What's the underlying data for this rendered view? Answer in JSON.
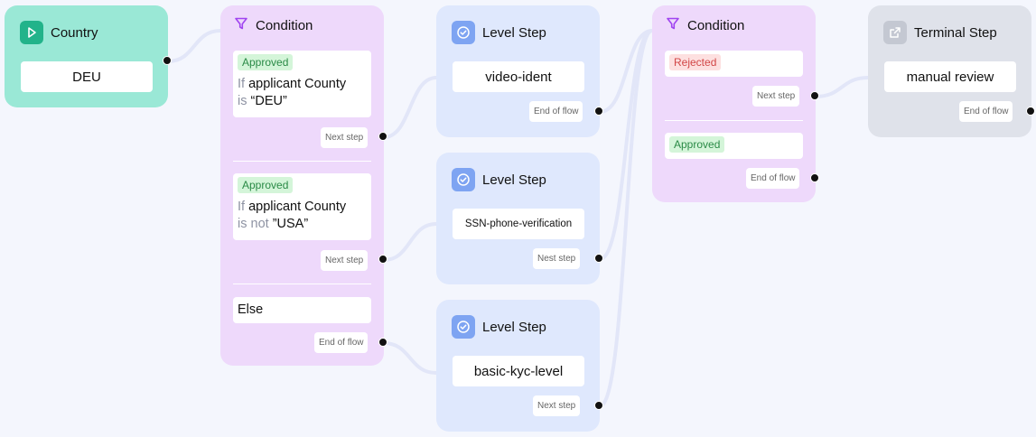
{
  "colors": {
    "country_bg": "#9ae8d6",
    "condition_bg": "#eed9fb",
    "level_bg": "#dfe8fd",
    "terminal_bg": "#dfe2ea",
    "edge": "#e2e6f8",
    "canvas_bg": "#f4f6fd"
  },
  "country": {
    "title": "Country",
    "icon": "play-icon",
    "value": "DEU"
  },
  "condition1": {
    "title": "Condition",
    "icon": "filter-icon",
    "branches": [
      {
        "tag": "Approved",
        "if_word": "If",
        "field": "applicant County",
        "op": "is",
        "value": "“DEU”",
        "port": "Next step"
      },
      {
        "tag": "Approved",
        "if_word": "If",
        "field": "applicant County",
        "op": "is not",
        "value": "”USA”",
        "port": "Next step"
      }
    ],
    "else_label": "Else",
    "else_port": "End of flow"
  },
  "level1": {
    "title": "Level Step",
    "icon": "check-circle-icon",
    "value": "video-ident",
    "port": "End of flow"
  },
  "level2": {
    "title": "Level Step",
    "icon": "check-circle-icon",
    "value": "SSN-phone-verification",
    "port": "Nest step"
  },
  "level3": {
    "title": "Level Step",
    "icon": "check-circle-icon",
    "value": "basic-kyc-level",
    "port": "Next step"
  },
  "condition2": {
    "title": "Condition",
    "icon": "filter-icon",
    "branches": [
      {
        "tag": "Rejected",
        "port": "Next step"
      },
      {
        "tag": "Approved",
        "port": "End of flow"
      }
    ]
  },
  "terminal": {
    "title": "Terminal Step",
    "icon": "external-link-icon",
    "value": "manual review",
    "port": "End of flow"
  }
}
